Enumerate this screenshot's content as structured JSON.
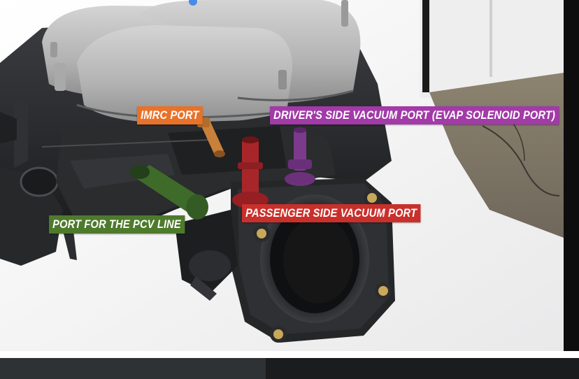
{
  "labels": {
    "imrc": {
      "text": "IMRC PORT",
      "color": "#e8722a"
    },
    "driver": {
      "text": "DRIVER'S SIDE VACUUM PORT (EVAP SOLENOID PORT)",
      "color": "#a23aa8"
    },
    "passenger": {
      "text": "PASSENGER SIDE VACUUM PORT",
      "color": "#c9302c"
    },
    "pcv": {
      "text": "PORT FOR THE PCV LINE",
      "color": "#4e7a2c"
    }
  },
  "parts": {
    "imrc_port_color": "#c8803a",
    "driver_port_color": "#7b3a8c",
    "passenger_port_color": "#a8262a",
    "pcv_port_color": "#3f6b2a",
    "manifold_body": "#2a2c2e",
    "runner_top": "#b9b9b9",
    "bolt": "#c9a85a"
  }
}
